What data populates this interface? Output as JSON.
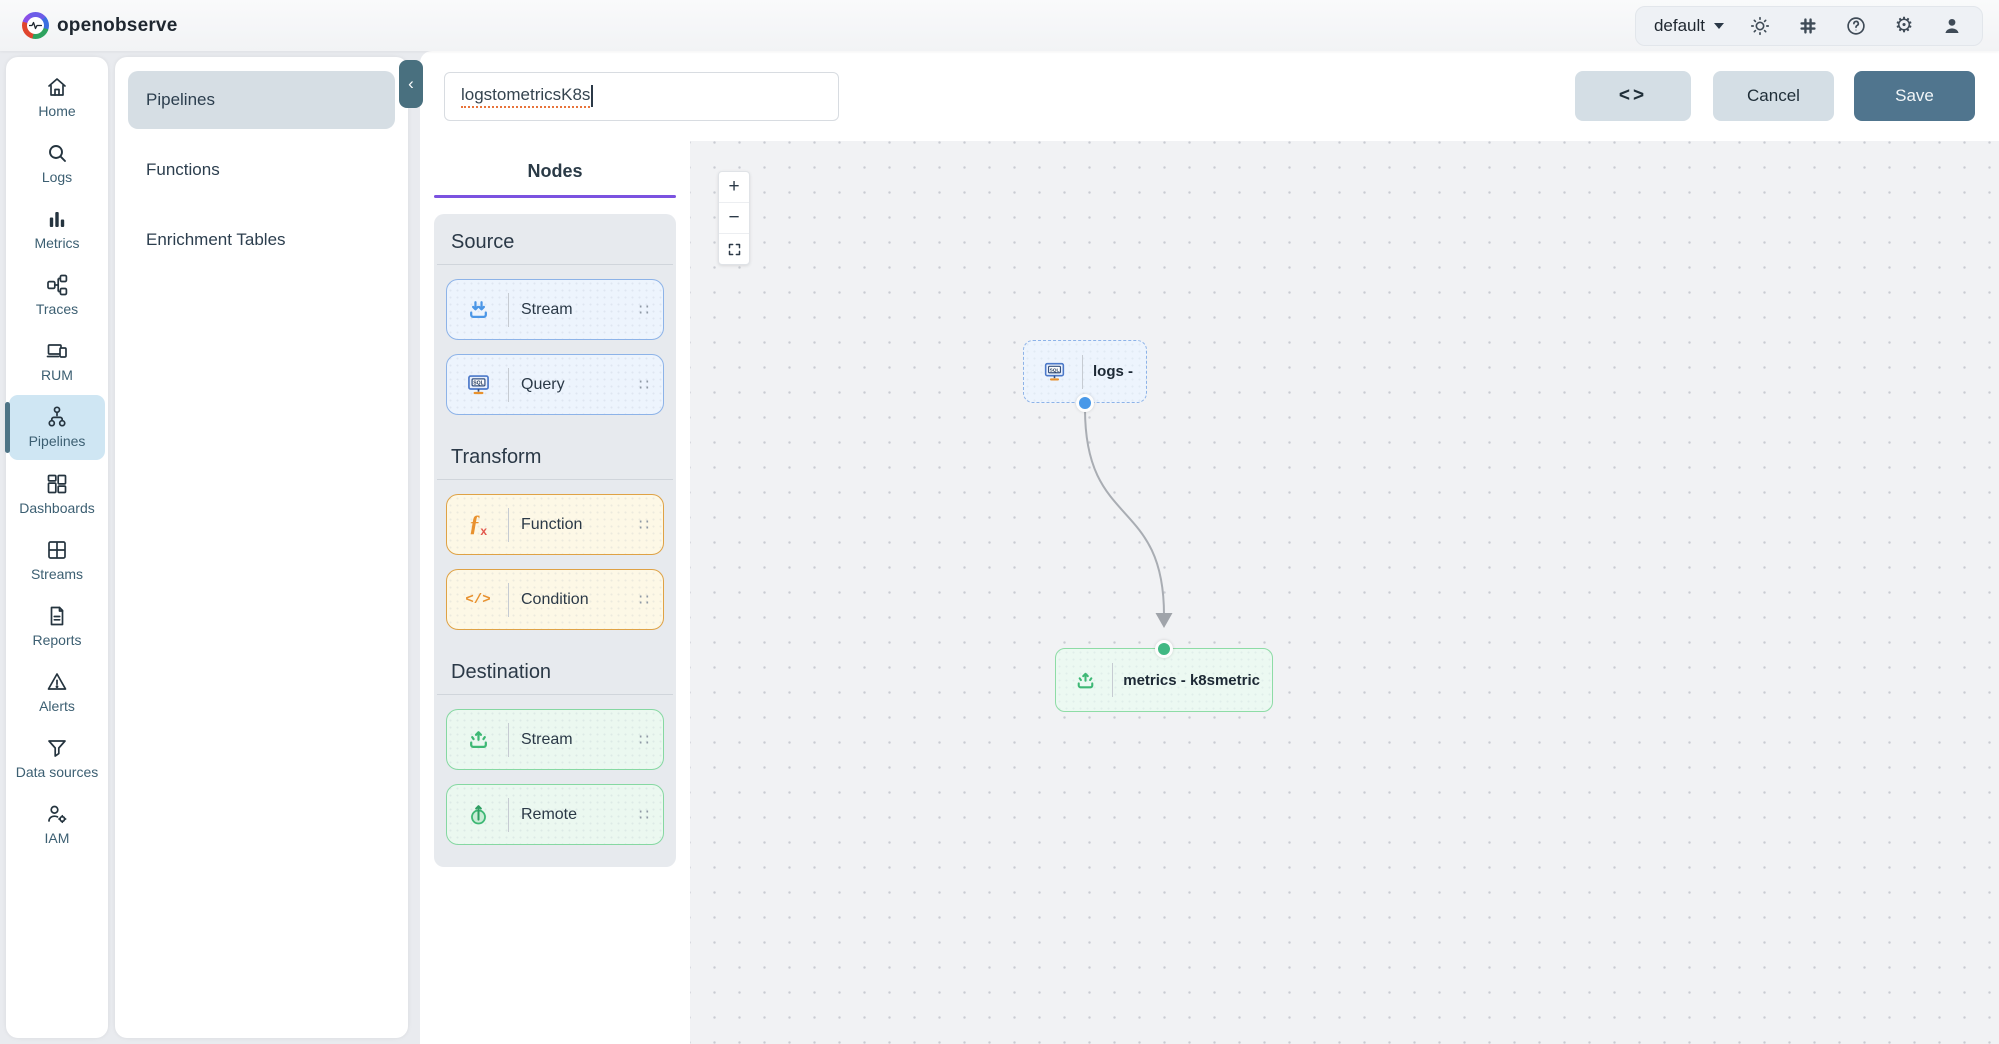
{
  "header": {
    "brand": "openobserve",
    "org_selector": "default",
    "icons": [
      "theme-light-icon",
      "slack-icon",
      "help-icon",
      "settings-gear-icon",
      "user-icon"
    ],
    "gear_glyph": "⚙"
  },
  "sidebar": {
    "items": [
      {
        "label": "Home",
        "icon": "home-icon"
      },
      {
        "label": "Logs",
        "icon": "search-icon"
      },
      {
        "label": "Metrics",
        "icon": "bar-chart-icon"
      },
      {
        "label": "Traces",
        "icon": "trace-tree-icon"
      },
      {
        "label": "RUM",
        "icon": "devices-icon"
      },
      {
        "label": "Pipelines",
        "icon": "pipeline-icon",
        "active": true
      },
      {
        "label": "Dashboards",
        "icon": "dashboard-tiles-icon"
      },
      {
        "label": "Streams",
        "icon": "grid-table-icon"
      },
      {
        "label": "Reports",
        "icon": "document-icon"
      },
      {
        "label": "Alerts",
        "icon": "warning-triangle-icon"
      },
      {
        "label": "Data sources",
        "icon": "funnel-icon"
      },
      {
        "label": "IAM",
        "icon": "user-gear-icon"
      }
    ]
  },
  "subnav": {
    "items": [
      {
        "label": "Pipelines",
        "active": true
      },
      {
        "label": "Functions"
      },
      {
        "label": "Enrichment Tables"
      }
    ]
  },
  "toolbar": {
    "pipeline_name": "logstometricsK8s",
    "code_label": "<>",
    "cancel_label": "Cancel",
    "save_label": "Save",
    "collapse_glyph": "‹"
  },
  "nodes_panel": {
    "tab": "Nodes",
    "drag_handle_glyph": "∷",
    "sections": [
      {
        "title": "Source",
        "accent": "#8db3e8",
        "items": [
          {
            "label": "Stream",
            "icon": "stream-input-icon"
          },
          {
            "label": "Query",
            "icon": "sql-query-icon"
          }
        ]
      },
      {
        "title": "Transform",
        "accent": "#dfa245",
        "items": [
          {
            "label": "Function",
            "icon": "function-fx-icon"
          },
          {
            "label": "Condition",
            "icon": "code-condition-icon"
          }
        ]
      },
      {
        "title": "Destination",
        "accent": "#86d8a2",
        "items": [
          {
            "label": "Stream",
            "icon": "stream-output-icon"
          },
          {
            "label": "Remote",
            "icon": "remote-upload-icon"
          }
        ]
      }
    ]
  },
  "canvas": {
    "zoom_in": "+",
    "zoom_out": "−",
    "nodes": [
      {
        "id": "source-node",
        "label": "logs -",
        "icon": "sql-query-icon",
        "accent": "#8db3e8"
      },
      {
        "id": "destination-node",
        "label": "metrics - k8smetric",
        "icon": "stream-output-icon",
        "accent": "#8edca6"
      }
    ],
    "edge_color": "#a9adb3",
    "port_out_color": "#4898e8",
    "port_in_color": "#41b883"
  },
  "colors": {
    "tab_underline": "#7b52e0",
    "save_button": "#50758e",
    "active_sidebar": "#cfe6f3"
  }
}
